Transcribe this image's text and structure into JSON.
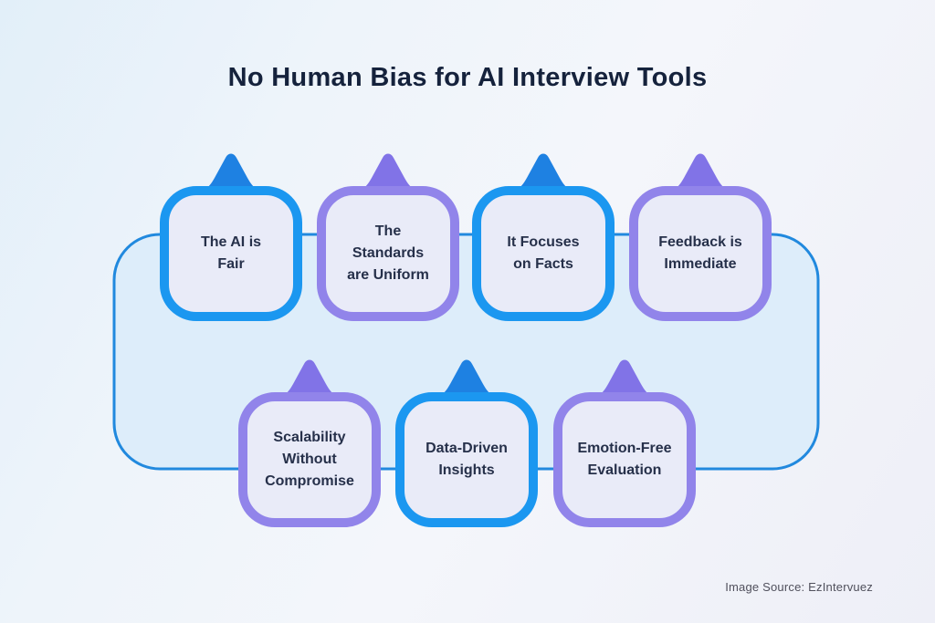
{
  "title": "No Human Bias for AI Interview Tools",
  "source_credit": "Image Source: EzIntervuez",
  "colors": {
    "blue": "#1b97f0",
    "blue_dark": "#1e81e2",
    "purple": "#9184ea",
    "purple_dark": "#8173e7",
    "loop_stroke": "#2189de",
    "loop_fill": "#ddedfa",
    "box_fill": "#e9ebf8",
    "title_text": "#15223c",
    "box_text": "#26304a"
  },
  "items": [
    {
      "theme": "blue",
      "lines": [
        "The AI is",
        "Fair"
      ]
    },
    {
      "theme": "purple",
      "lines": [
        "The",
        "Standards",
        "are Uniform"
      ]
    },
    {
      "theme": "blue",
      "lines": [
        "It Focuses",
        "on Facts"
      ]
    },
    {
      "theme": "purple",
      "lines": [
        "Feedback is",
        "Immediate"
      ]
    },
    {
      "theme": "purple",
      "lines": [
        "Scalability",
        "Without",
        "Compromise"
      ]
    },
    {
      "theme": "blue",
      "lines": [
        "Data-Driven",
        "Insights"
      ]
    },
    {
      "theme": "purple",
      "lines": [
        "Emotion-Free",
        "Evaluation"
      ]
    }
  ]
}
